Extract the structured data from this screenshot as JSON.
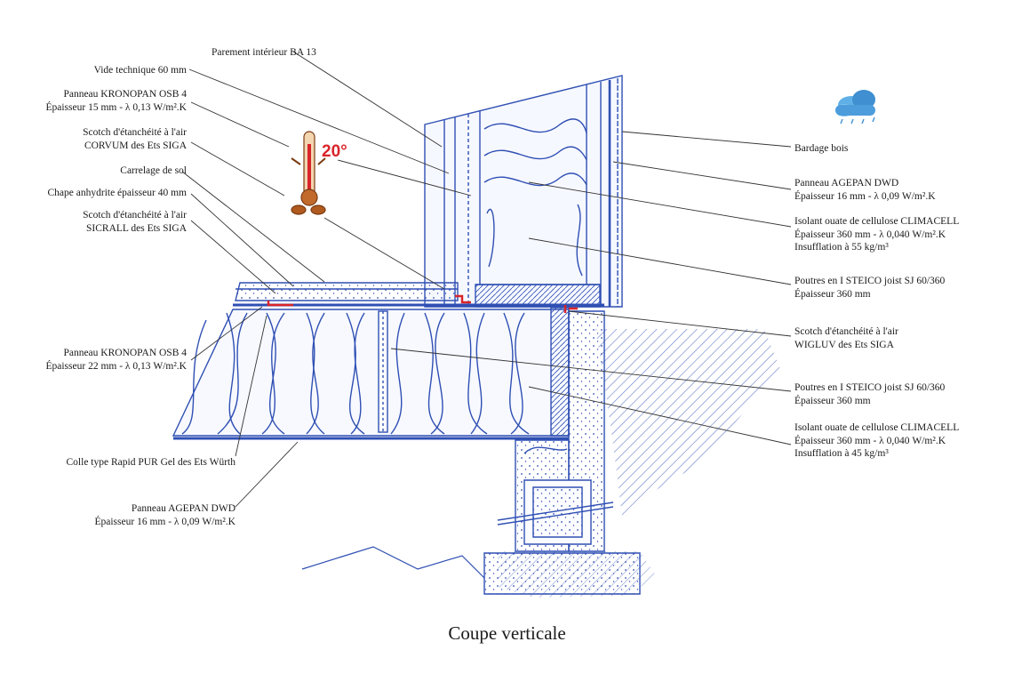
{
  "caption": "Coupe verticale",
  "temperature": "20°",
  "colors": {
    "drawing": "#2f4fb3",
    "accent": "#d9252a",
    "text": "#1a1a1a"
  },
  "icons": [
    "thermometer-icon",
    "rain-cloud-icon"
  ],
  "labels_left": [
    {
      "lines": [
        "Vide technique 60 mm"
      ]
    },
    {
      "lines": [
        "Panneau KRONOPAN OSB 4",
        "Épaisseur 15 mm - λ 0,13 W/m².K"
      ]
    },
    {
      "lines": [
        "Scotch d'étanchéité à l'air",
        "CORVUM des Ets SIGA"
      ]
    },
    {
      "lines": [
        "Carrelage de sol"
      ]
    },
    {
      "lines": [
        "Chape anhydrite épaisseur 40 mm"
      ]
    },
    {
      "lines": [
        "Scotch d'étanchéité à l'air",
        "SICRALL des Ets SIGA"
      ]
    },
    {
      "lines": [
        "Panneau KRONOPAN OSB 4",
        "Épaisseur 22 mm - λ 0,13 W/m².K"
      ]
    },
    {
      "lines": [
        "Colle type Rapid PUR Gel des Ets Würth"
      ]
    },
    {
      "lines": [
        "Panneau AGEPAN DWD",
        "Épaisseur 16 mm - λ 0,09 W/m².K"
      ]
    }
  ],
  "labels_top": [
    {
      "lines": [
        "Parement intérieur BA 13"
      ]
    }
  ],
  "labels_right": [
    {
      "lines": [
        "Bardage bois"
      ]
    },
    {
      "lines": [
        "Panneau AGEPAN DWD",
        "Épaisseur 16 mm - λ 0,09 W/m².K"
      ]
    },
    {
      "lines": [
        "Isolant ouate de cellulose CLIMACELL",
        "Épaisseur 360 mm - λ 0,040 W/m².K",
        "Insufflation à 55 kg/m³"
      ]
    },
    {
      "lines": [
        "Poutres en I STEICO joist SJ 60/360",
        "Épaisseur 360 mm"
      ]
    },
    {
      "lines": [
        "Scotch d'étanchéité à l'air",
        "WIGLUV des Ets SIGA"
      ]
    },
    {
      "lines": [
        "Poutres en I STEICO joist SJ 60/360",
        "Épaisseur 360 mm"
      ]
    },
    {
      "lines": [
        "Isolant ouate de cellulose CLIMACELL",
        "Épaisseur 360 mm - λ 0,040 W/m².K",
        "Insufflation à 45 kg/m³"
      ]
    }
  ]
}
